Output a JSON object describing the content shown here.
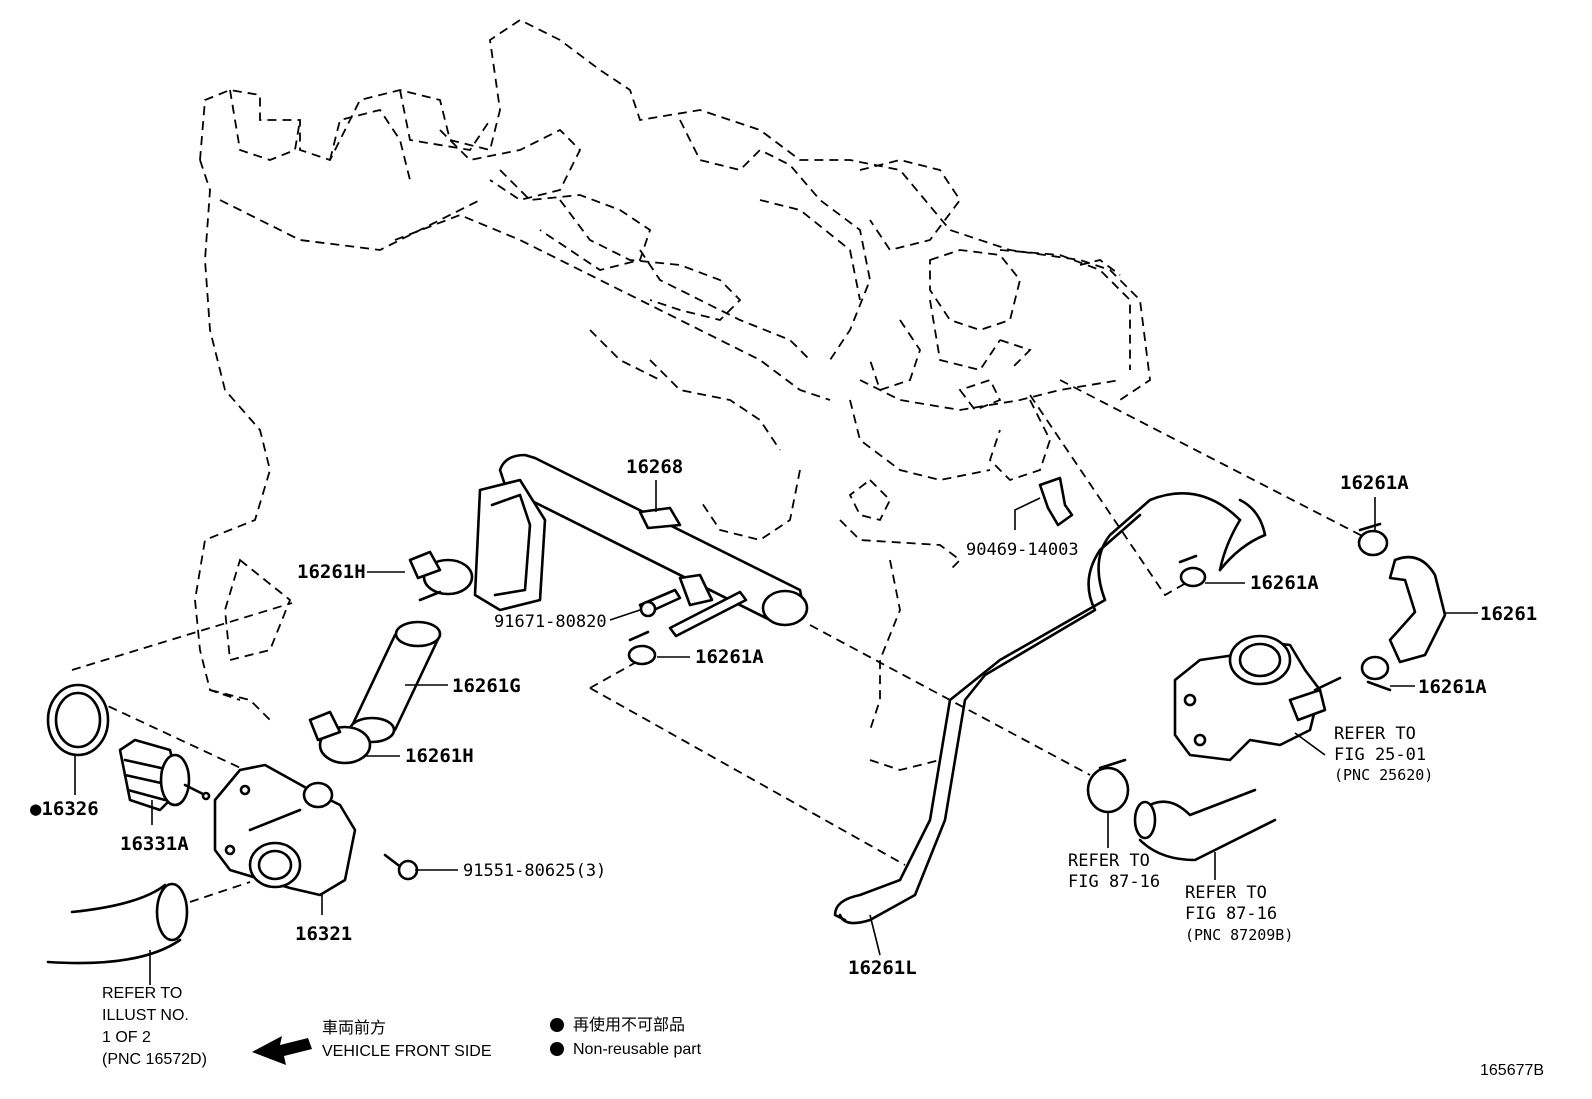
{
  "labels": {
    "p16268": "16268",
    "p16261A_top": "16261A",
    "p90469": "90469-14003",
    "p16261A_mid": "16261A",
    "p16261": "16261",
    "p16261H_top": "16261H",
    "p91671": "91671-80820",
    "p16261A_pipe": "16261A",
    "p16261G": "16261G",
    "p16261A_right": "16261A",
    "p16261H_bot": "16261H",
    "p16326": "●16326",
    "p16331A": "16331A",
    "p91551": "91551-80625(3)",
    "p16321": "16321",
    "p16261L": "16261L"
  },
  "references": {
    "fig25": [
      "REFER TO",
      "FIG 25-01",
      "(PNC 25620)"
    ],
    "fig87a": [
      "REFER TO",
      "FIG 87-16"
    ],
    "fig87b": [
      "REFER TO",
      "FIG 87-16",
      "(PNC 87209B)"
    ],
    "illust": [
      "REFER TO",
      "ILLUST NO.",
      "1 OF 2",
      "(PNC 16572D)"
    ]
  },
  "legend": {
    "front_jp": "車両前方",
    "front_en": "VEHICLE FRONT SIDE",
    "nonreusable_jp": "再使用不可部品",
    "nonreusable_en": "Non-reusable part"
  },
  "figure_id": "165677B",
  "colors": {
    "ink": "#000000",
    "paper": "#ffffff"
  },
  "icons": [
    "arrow-left-icon",
    "filled-dot-icon"
  ]
}
